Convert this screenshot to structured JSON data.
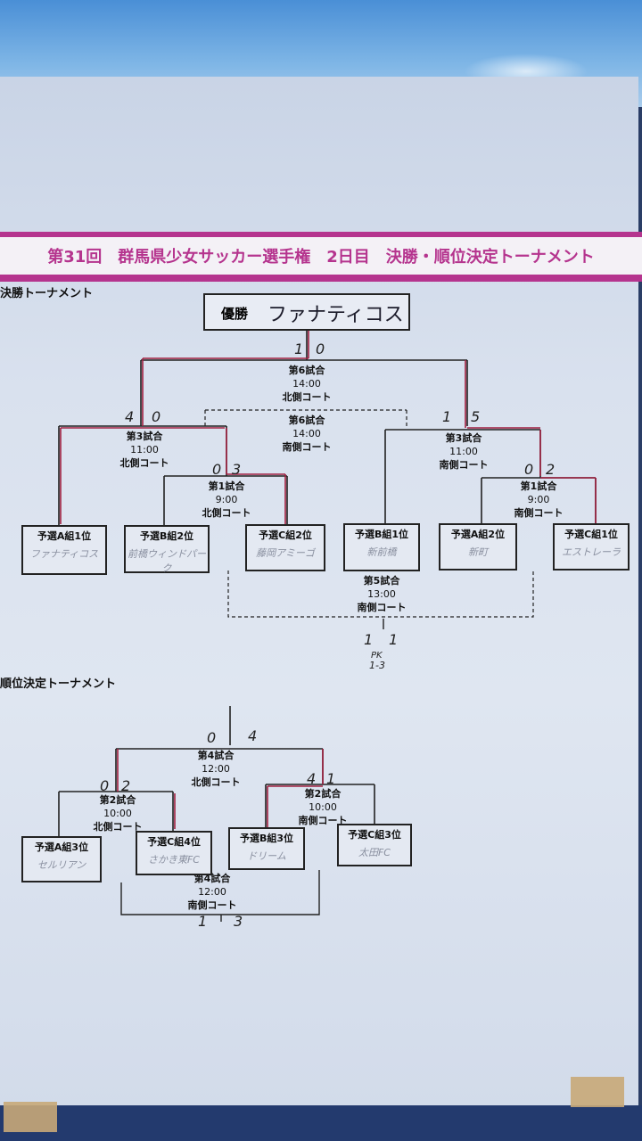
{
  "banner": {
    "title": "第31回　群馬県少女サッカー選手権　2日目　決勝・順位決定トーナメント"
  },
  "sections": {
    "final": "決勝トーナメント",
    "ranking": "順位決定トーナメント"
  },
  "winner": {
    "label": "優勝",
    "team": "ファナティコス"
  },
  "final_matches": [
    {
      "name": "第6試合",
      "time": "14:00",
      "court": "北側コート"
    },
    {
      "name": "第6試合",
      "time": "14:00",
      "court": "南側コート"
    },
    {
      "name": "第3試合",
      "time": "11:00",
      "court": "北側コート"
    },
    {
      "name": "第3試合",
      "time": "11:00",
      "court": "南側コート"
    },
    {
      "name": "第1試合",
      "time": "9:00",
      "court": "北側コート"
    },
    {
      "name": "第1試合",
      "time": "9:00",
      "court": "南側コート"
    },
    {
      "name": "第5試合",
      "time": "13:00",
      "court": "南側コート"
    }
  ],
  "final_boxes": [
    {
      "label": "予選A組1位",
      "team": "ファナティコス"
    },
    {
      "label": "予選B組2位",
      "team": "前橋ウィンドパーク"
    },
    {
      "label": "予選C組2位",
      "team": "藤岡アミーゴ"
    },
    {
      "label": "予選B組1位",
      "team": "新前橋"
    },
    {
      "label": "予選A組2位",
      "team": "新町"
    },
    {
      "label": "予選C組1位",
      "team": "エストレーラ"
    }
  ],
  "final_scores": [
    "1",
    "0",
    "4",
    "0",
    "1",
    "5",
    "0",
    "3",
    "0",
    "2",
    "1",
    "1",
    "PK",
    "1-3"
  ],
  "ranking_matches": [
    {
      "name": "第4試合",
      "time": "12:00",
      "court": "北側コート"
    },
    {
      "name": "第2試合",
      "time": "10:00",
      "court": "北側コート"
    },
    {
      "name": "第2試合",
      "time": "10:00",
      "court": "南側コート"
    },
    {
      "name": "第4試合",
      "time": "12:00",
      "court": "南側コート"
    }
  ],
  "ranking_boxes": [
    {
      "label": "予選A組3位",
      "team": "セルリアン"
    },
    {
      "label": "予選C組4位",
      "team": "さかき東FC"
    },
    {
      "label": "予選B組3位",
      "team": "ドリーム"
    },
    {
      "label": "予選C組3位",
      "team": "太田FC"
    }
  ],
  "ranking_scores": [
    "0",
    "4",
    "0",
    "2",
    "4",
    "1",
    "1",
    "3"
  ]
}
